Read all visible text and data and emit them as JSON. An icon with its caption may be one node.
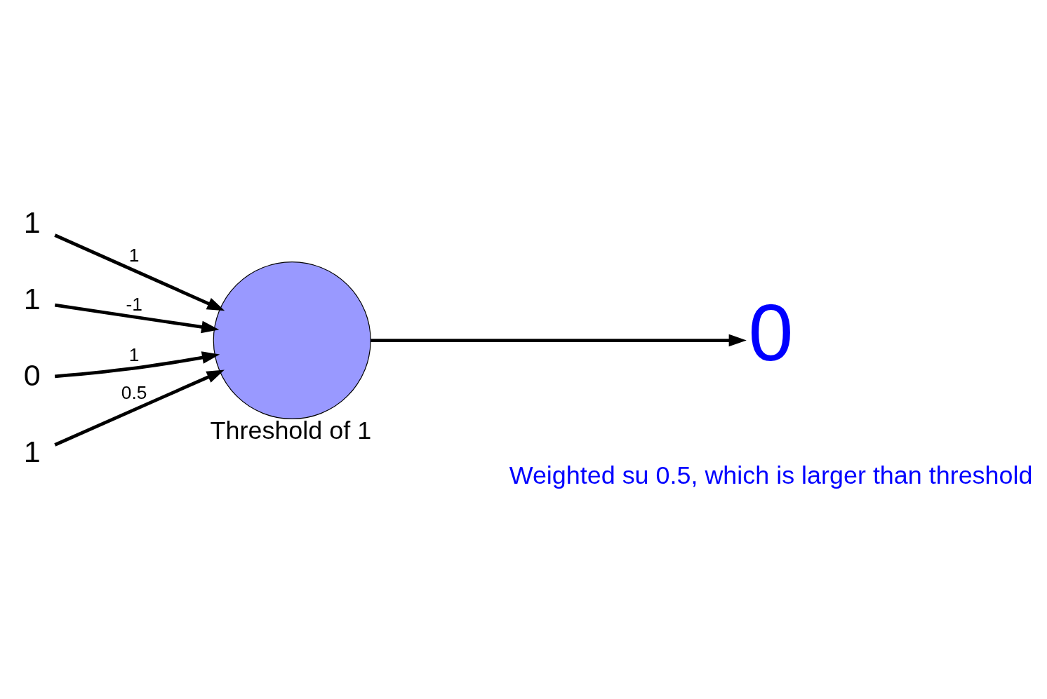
{
  "diagram": {
    "nodes": [
      {
        "text": [
          "1"
        ]
      },
      {
        "text": [
          "1"
        ]
      },
      {
        "text": [
          "0"
        ]
      },
      {
        "text": [
          "1"
        ]
      },
      {
        "text": [],
        "shape": "circle",
        "beside": [
          "Threshold of 1"
        ]
      },
      {
        "text": [
          "0"
        ]
      }
    ],
    "edges": [
      {
        "from": 0,
        "to": 4,
        "arrow": "to",
        "label": "1"
      },
      {
        "from": 1,
        "to": 4,
        "arrow": "to",
        "label": "-1"
      },
      {
        "from": 2,
        "to": 4,
        "arrow": "to",
        "label": "1"
      },
      {
        "from": 3,
        "to": 4,
        "arrow": "to",
        "label": "0.5"
      },
      {
        "from": 4,
        "to": 5,
        "arrow": "to"
      }
    ],
    "labels": [
      "Weighted su 0.5, which is larger than threshold"
    ]
  }
}
